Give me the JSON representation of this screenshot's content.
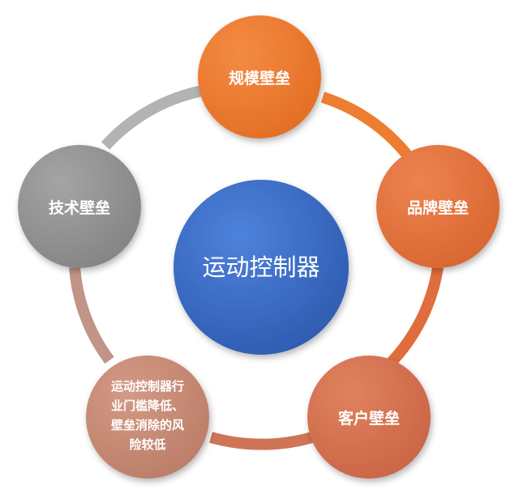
{
  "center": {
    "label": "运动控制器",
    "color": "#3a6ac4"
  },
  "barriers": {
    "scale": {
      "label": "规模壁垒",
      "color": "#ed7d31"
    },
    "brand": {
      "label": "品牌壁垒",
      "color": "#e2703e"
    },
    "customer": {
      "label": "客户壁垒",
      "color": "#d36f4f"
    },
    "result": {
      "lines": [
        "运动控制器行",
        "业门槛降低、",
        "壁垒消除的风",
        "险较低"
      ],
      "color": "#c48470"
    },
    "tech": {
      "label": "技术壁垒",
      "color": "#8f8f8f"
    }
  },
  "ring_colors": {
    "scale_to_brand": "#ed7d31",
    "brand_to_customer": "#e06d3d",
    "customer_to_result": "#cf7457",
    "result_to_tech": "#c19488",
    "tech_to_scale": "#b3b3b3"
  }
}
